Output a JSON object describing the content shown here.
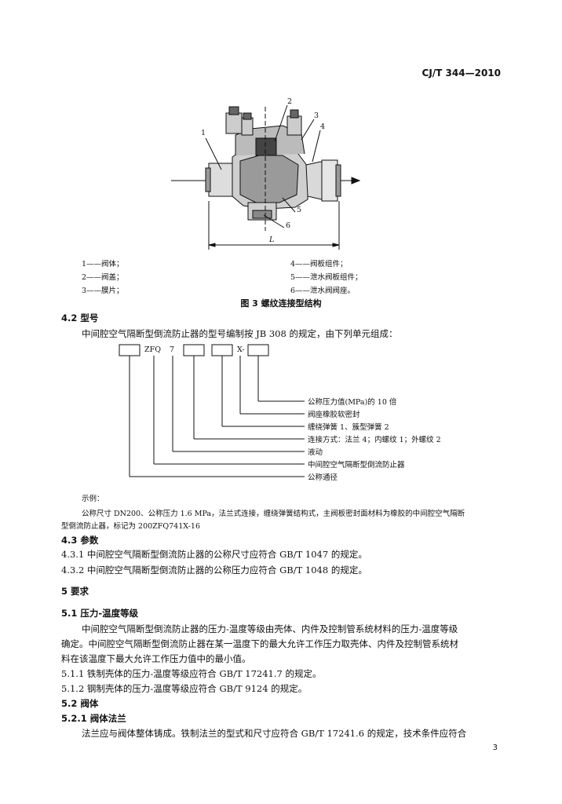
{
  "header": {
    "standard_no": "CJ/T 344—2010"
  },
  "figure3": {
    "callouts": [
      "1",
      "2",
      "3",
      "4",
      "5",
      "6"
    ],
    "dim_label": "L",
    "legend_left": [
      "1——阀体；",
      "2——阀盖；",
      "3——膜片；"
    ],
    "legend_right": [
      "4——阀板组件；",
      "5——泄水阀板组件；",
      "6——泄水阀阀座。"
    ],
    "caption": "图 3   螺纹连接型结构"
  },
  "s4_2": {
    "heading": "4.2   型号",
    "intro": "中间腔空气隔断型倒流防止器的型号编制按 JB 308 的规定，由下列单元组成：",
    "model_parts": {
      "zfq": "ZFQ",
      "seven": "7",
      "x": "X-"
    },
    "model_labels": [
      "公称压力值(MPa)的 10 倍",
      "阀座橡胶软密封",
      "缠绕弹簧 1、簇型弹簧 2",
      "连接方式：法兰 4；内螺纹 1；外螺纹 2",
      "液动",
      "中间腔空气隔断型倒流防止器",
      "公称通径"
    ],
    "example_title": "示例：",
    "example_line1": "公称尺寸 DN200、公称压力 1.6 MPa，法兰式连接，缠绕弹簧结构式，主阀板密封面材料为橡胶的中间腔空气隔断",
    "example_line2": "型倒流防止器，标记为 200ZFQ741X-16"
  },
  "s4_3": {
    "heading": "4.3   参数",
    "p1": "4.3.1   中间腔空气隔断型倒流防止器的公称尺寸应符合 GB/T 1047 的规定。",
    "p2": "4.3.2   中间腔空气隔断型倒流防止器的公称压力应符合 GB/T 1048 的规定。"
  },
  "s5": {
    "heading": "5   要求",
    "h5_1": "5.1   压力-温度等级",
    "p5_1_line1": "中间腔空气隔断型倒流防止器的压力-温度等级由壳体、内件及控制管系统材料的压力-温度等级",
    "p5_1_line2": "确定。中间腔空气隔断型倒流防止器在某一温度下的最大允许工作压力取壳体、内件及控制管系统材",
    "p5_1_line3": "料在该温度下最大允许工作压力值中的最小值。",
    "p5_1_1": "5.1.1   铁制壳体的压力-温度等级应符合 GB/T 17241.7 的规定。",
    "p5_1_2": "5.1.2   钢制壳体的压力-温度等级应符合 GB/T 9124 的规定。",
    "h5_2": "5.2   阀体",
    "h5_2_1": "5.2.1   阀体法兰",
    "p5_2_1": "法兰应与阀体整体铸成。铁制法兰的型式和尺寸应符合 GB/T 17241.6 的规定，技术条件应符合"
  },
  "page_number": "3"
}
